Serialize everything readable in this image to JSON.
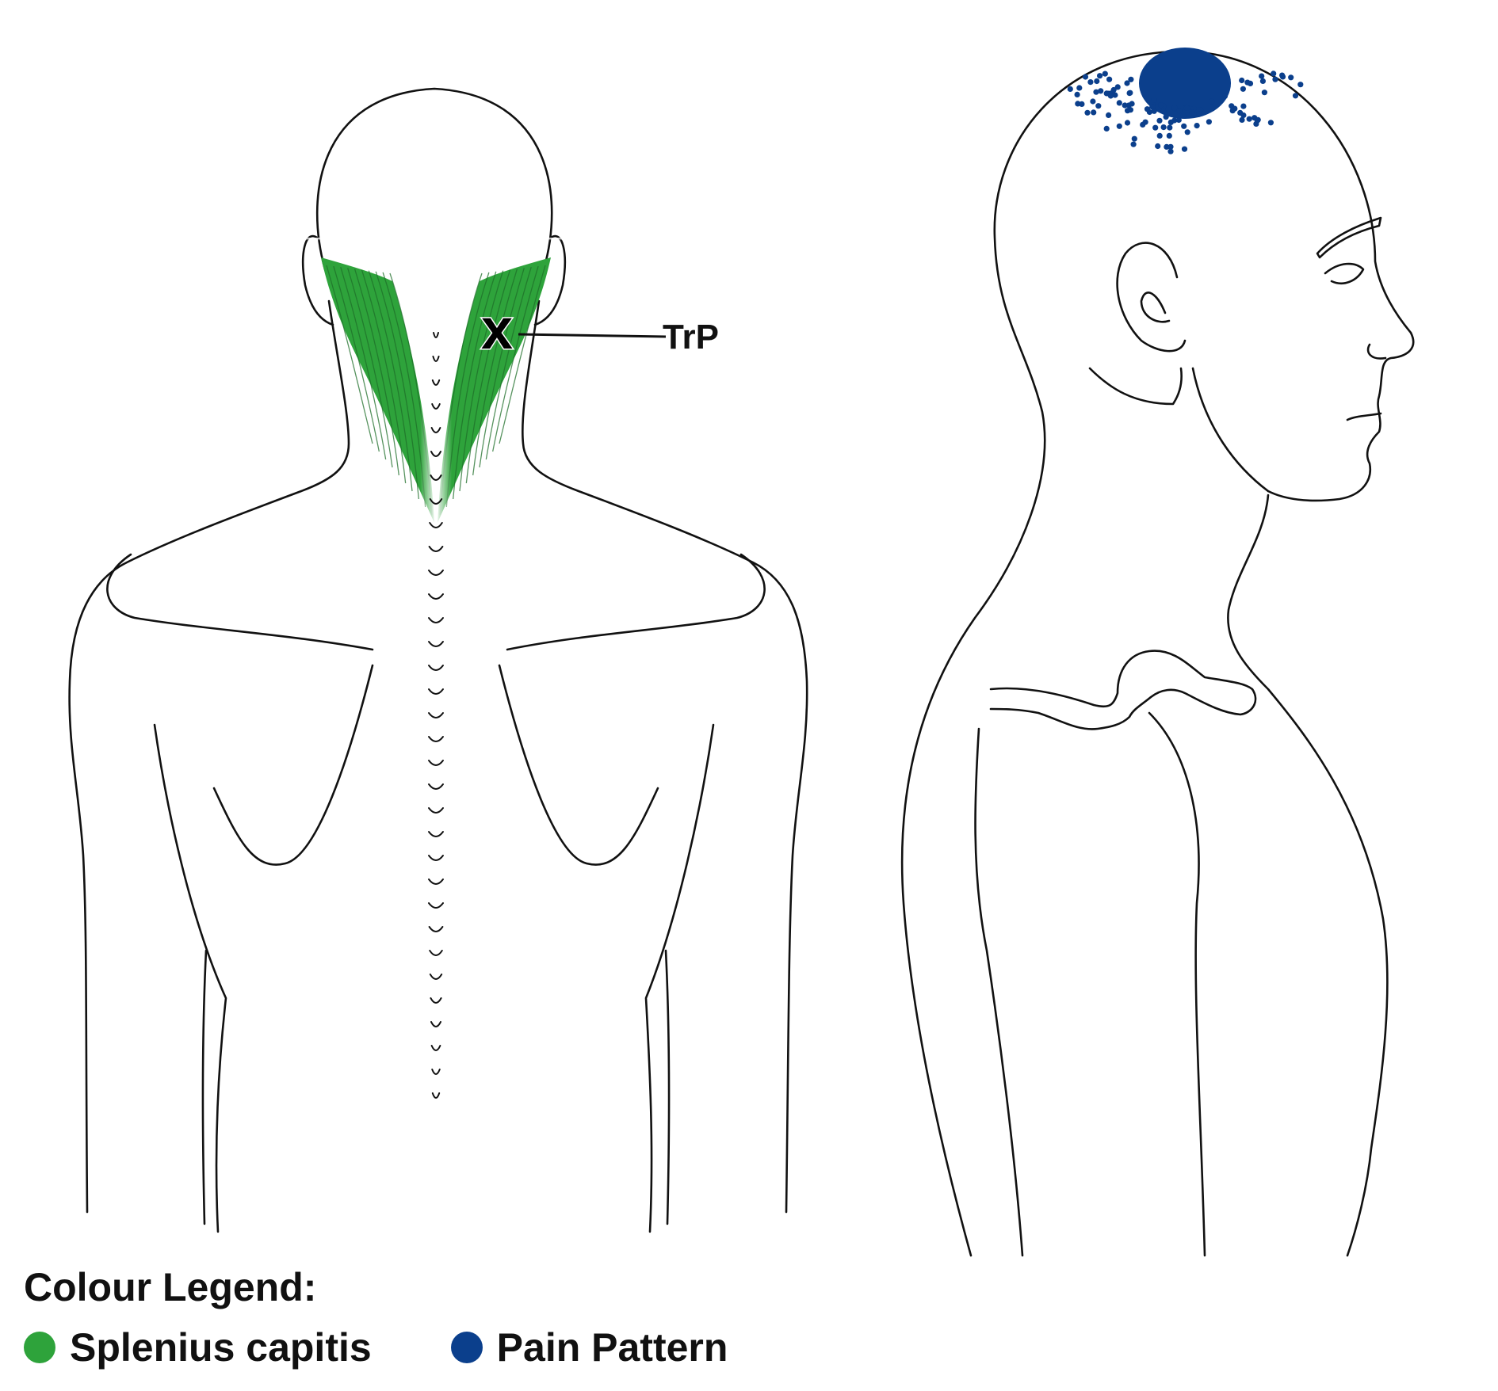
{
  "figure": {
    "trp_label": "TrP",
    "trp_marker": "x",
    "spine_segments": 33,
    "pain_dot_count": 110
  },
  "colors": {
    "muscle": "#2ea33b",
    "pain": "#0b3f8c",
    "outline": "#111111"
  },
  "legend": {
    "title": "Colour Legend:",
    "items": [
      {
        "label": "Splenius capitis",
        "color": "#2ea33b"
      },
      {
        "label": "Pain Pattern",
        "color": "#0b3f8c"
      }
    ]
  }
}
